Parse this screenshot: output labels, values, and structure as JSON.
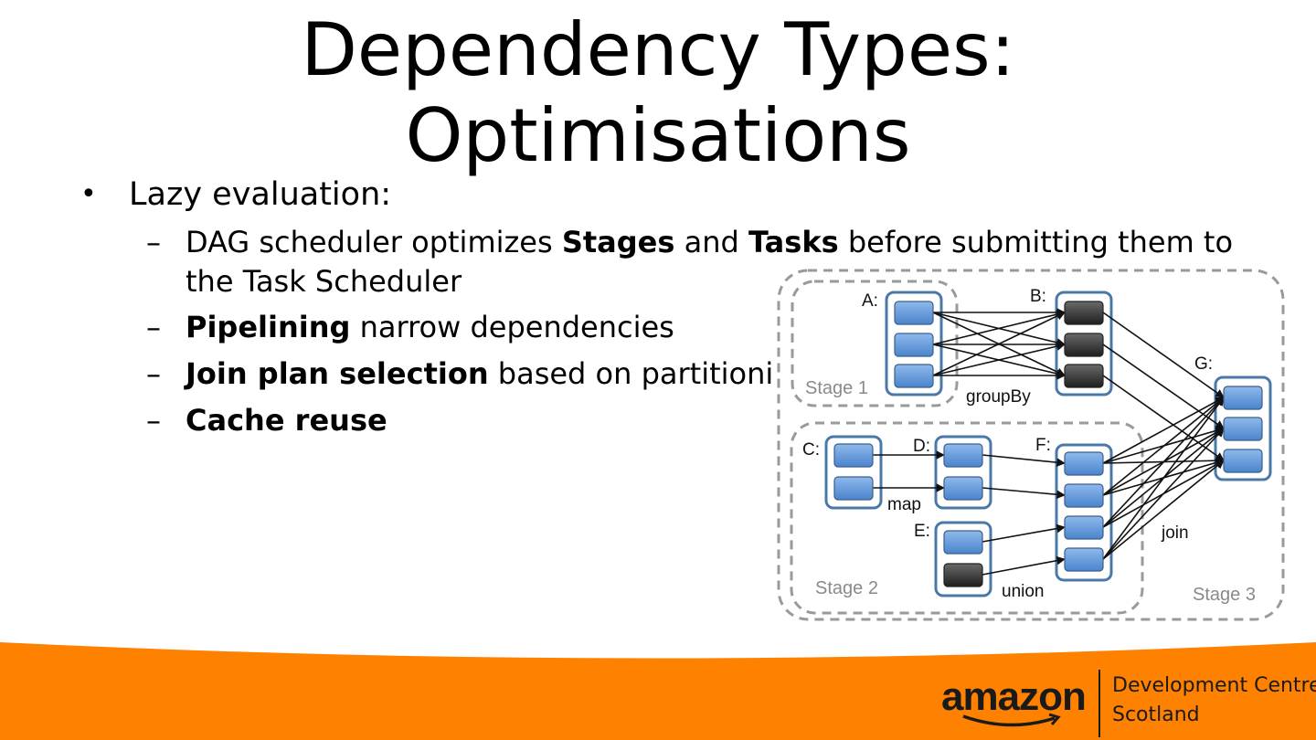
{
  "slide": {
    "title_line1": "Dependency Types:",
    "title_line2": "Optimisations"
  },
  "bullets": {
    "item1": "Lazy evaluation:",
    "sub1_pre": "DAG scheduler optimizes ",
    "sub1_bold1": "Stages",
    "sub1_mid": " and ",
    "sub1_bold2": "Tasks",
    "sub1_post": " before submitting them to",
    "sub1_line2": "the Task Scheduler",
    "sub2_bold": "Pipelining",
    "sub2_post": " narrow dependencies",
    "sub3_bold": "Join plan selection",
    "sub3_post": " based on partitioni",
    "sub4_bold": "Cache reuse",
    "dash": "–",
    "bullet": "•"
  },
  "diagram": {
    "node_labels": [
      "A:",
      "B:",
      "C:",
      "D:",
      "E:",
      "F:",
      "G:"
    ],
    "op_labels": [
      "groupBy",
      "map",
      "union",
      "join"
    ],
    "stage_labels": [
      "Stage 1",
      "Stage 2",
      "Stage 3"
    ],
    "colors": {
      "partition_blue": "#5b93d6",
      "partition_dark": "#3a3a3a",
      "box_border": "#4a78a8",
      "stage_dash": "#9a9a9a"
    }
  },
  "footer": {
    "logo_word": "amazon",
    "logo_sub1": "Development Centre",
    "logo_sub2": "Scotland",
    "color_orange": "#ff8100"
  }
}
